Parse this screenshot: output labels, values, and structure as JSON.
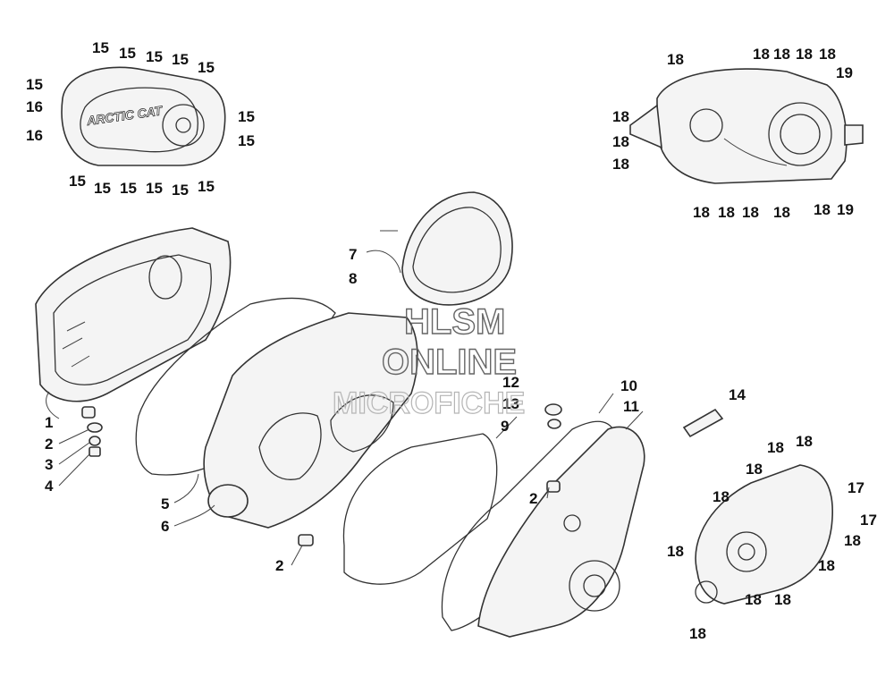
{
  "watermark": {
    "line1": "HLSM",
    "line2": "ONLINE",
    "line3": "MICROFICHE"
  },
  "logo_text": "ARCTIC CAT",
  "callouts": {
    "c1": "1",
    "c2a": "2",
    "c2b": "2",
    "c2c": "2",
    "c3": "3",
    "c4": "4",
    "c5": "5",
    "c6": "6",
    "c7": "7",
    "c8": "8",
    "c9": "9",
    "c10": "10",
    "c11": "11",
    "c12": "12",
    "c13": "13",
    "c14": "14",
    "tl": [
      "15",
      "15",
      "15",
      "15",
      "15",
      "15",
      "16",
      "16",
      "15",
      "15",
      "15",
      "15",
      "15",
      "15",
      "15",
      "15"
    ],
    "tr": [
      "18",
      "18",
      "18",
      "18",
      "18",
      "19",
      "18",
      "18",
      "18",
      "18",
      "18",
      "18",
      "18",
      "18",
      "19"
    ],
    "br": [
      "18",
      "18",
      "18",
      "18",
      "17",
      "17",
      "18",
      "18",
      "18",
      "18",
      "18",
      "18"
    ]
  },
  "colors": {
    "line": "#333333",
    "watermark": "#666666"
  }
}
